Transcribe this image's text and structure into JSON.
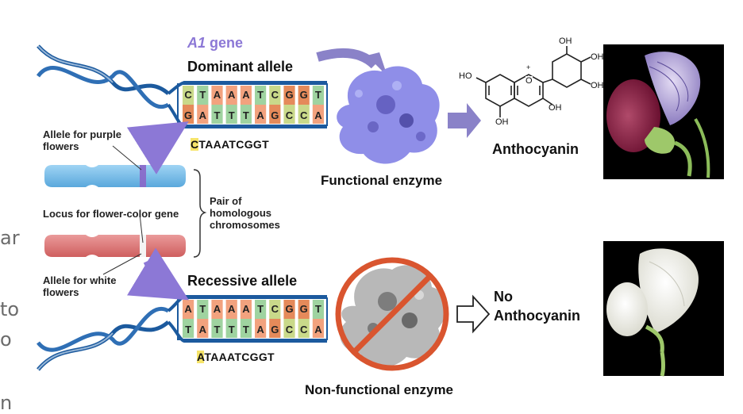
{
  "side_fragments": [
    "ar",
    "to",
    "o",
    "n"
  ],
  "gene": {
    "name": "A1",
    "word": "gene"
  },
  "dominant": {
    "title": "Dominant allele",
    "top_strand": [
      "C",
      "T",
      "A",
      "A",
      "A",
      "T",
      "C",
      "G",
      "G",
      "T"
    ],
    "bottom_strand": [
      "G",
      "A",
      "T",
      "T",
      "T",
      "A",
      "G",
      "C",
      "C",
      "A"
    ],
    "seq_first": "C",
    "seq_rest": "TAAATCGGT"
  },
  "recessive": {
    "title": "Recessive allele",
    "top_strand": [
      "A",
      "T",
      "A",
      "A",
      "A",
      "T",
      "C",
      "G",
      "G",
      "T"
    ],
    "bottom_strand": [
      "T",
      "A",
      "T",
      "T",
      "T",
      "A",
      "G",
      "C",
      "C",
      "A"
    ],
    "seq_first": "A",
    "seq_rest": "TAAATCGGT"
  },
  "labels": {
    "allele_purple": [
      "Allele for purple",
      "flowers"
    ],
    "locus": "Locus for flower-color gene",
    "pair": [
      "Pair of",
      "homologous",
      "chromosomes"
    ],
    "allele_white": [
      "Allele for white",
      "flowers"
    ]
  },
  "functional_enzyme": "Functional enzyme",
  "nonfunctional_enzyme": "Non-functional enzyme",
  "anthocyanin": "Anthocyanin",
  "no_anthocyanin": [
    "No",
    "Anthocyanin"
  ],
  "molecule_labels": {
    "oh": "OH",
    "ho": "HO",
    "o_plus": "O",
    "plus": "+"
  },
  "colors": {
    "gene_purple": "#8c78d6",
    "enzyme_purple": "#8f8ee8",
    "chrom_blue": "#6cb8e8",
    "chrom_red": "#d97070",
    "dna_blue": "#1c5a9e",
    "no_sign": "#d9552f",
    "seq_highlight": "#f6e46a"
  }
}
